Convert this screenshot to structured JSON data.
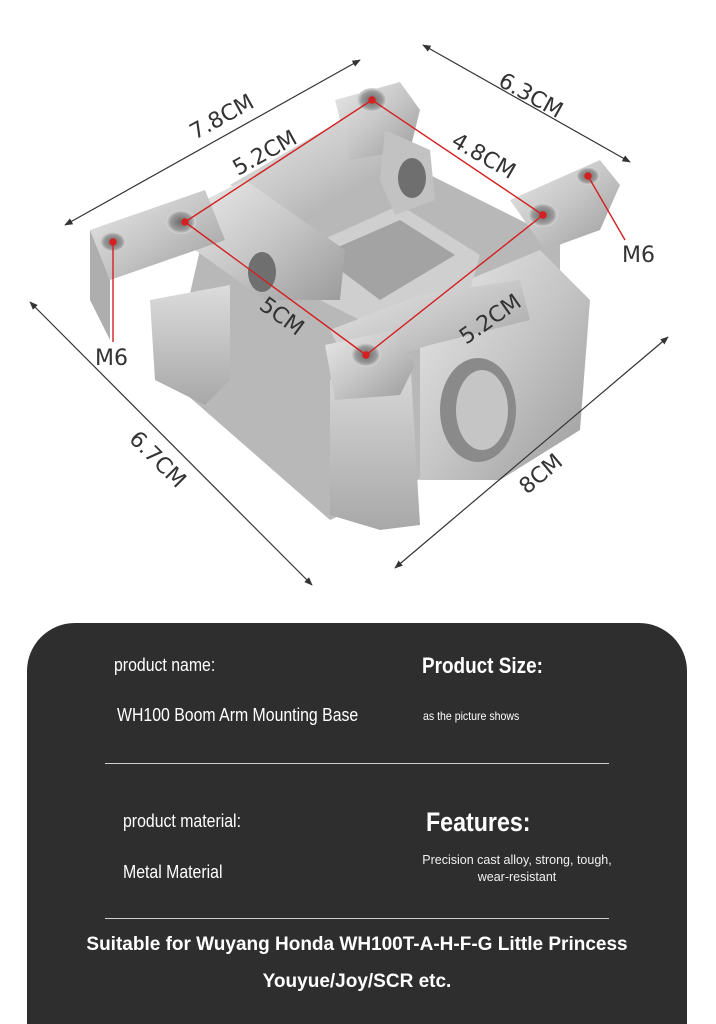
{
  "dimensions": {
    "top_left_edge": "7.8CM",
    "top_right_edge": "6.3CM",
    "left_inner_span": "5.2CM",
    "right_inner_span": "4.8CM",
    "right_thread": "M6",
    "left_thread": "M6",
    "center_span": "5CM",
    "lower_right_span": "5.2CM",
    "bottom_left_edge": "6.7CM",
    "bottom_right_edge": "8CM"
  },
  "specs": {
    "name_label": "product name:",
    "name_value": "WH100 Boom Arm Mounting Base",
    "size_label": "Product Size:",
    "size_value": "as the picture shows",
    "material_label": "product material:",
    "material_value": "Metal Material",
    "features_label": "Features:",
    "features_value": "Precision cast alloy, strong, tough, wear-resistant",
    "compat_line1": "Suitable for Wuyang Honda WH100T-A-H-F-G Little Princess",
    "compat_line2": "Youyue/Joy/SCR etc."
  },
  "colors": {
    "card_background": "#2e2e2e",
    "dimension_line": "#d42020",
    "metal": "#c9c9c9"
  }
}
